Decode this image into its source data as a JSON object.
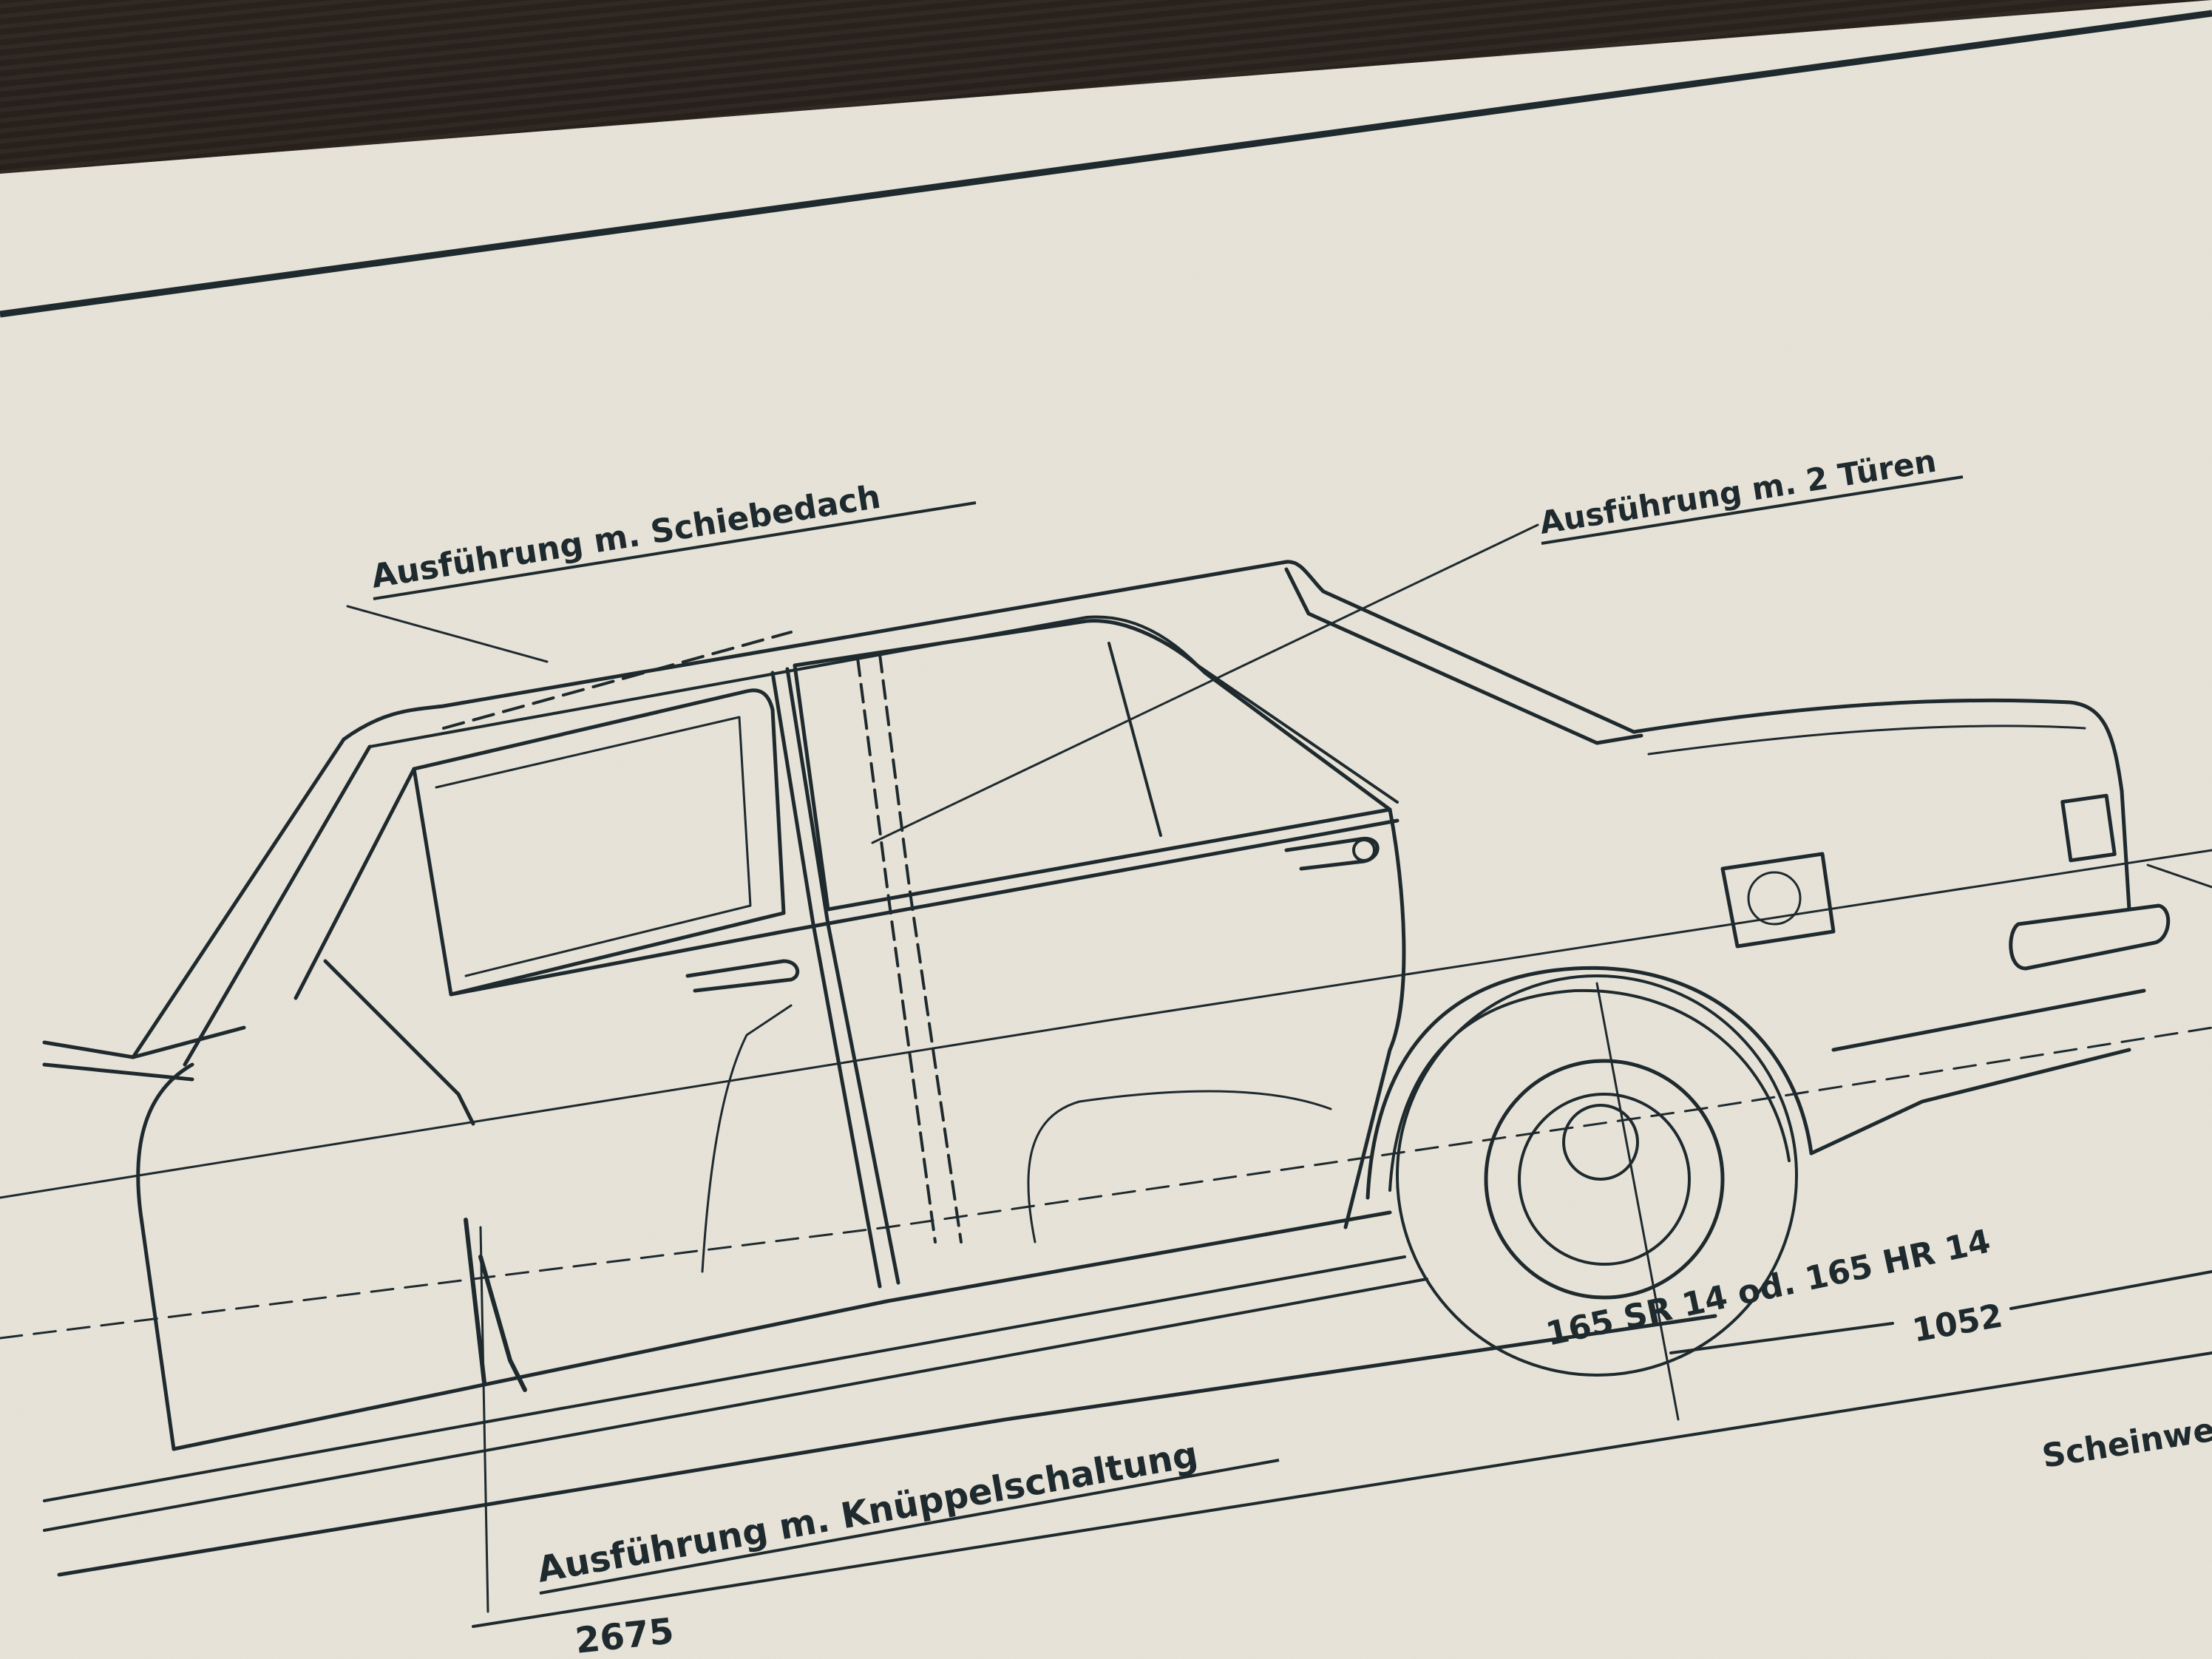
{
  "annotations": {
    "sunroof": "Ausführung m. Schiebedach",
    "two_doors": "Ausführung m. 2 Türen",
    "floor_shift": "Ausführung m. Knüppelschaltung",
    "tire_size": "165 SR 14 od. 165 HR 14",
    "headlight_partial": "Scheinwe",
    "dimension_1052": "1052",
    "dimension_bottom_partial": "2675"
  },
  "colors": {
    "paper": "#e9e5da",
    "ink": "#1e2a2e",
    "wood": "#231c17"
  }
}
